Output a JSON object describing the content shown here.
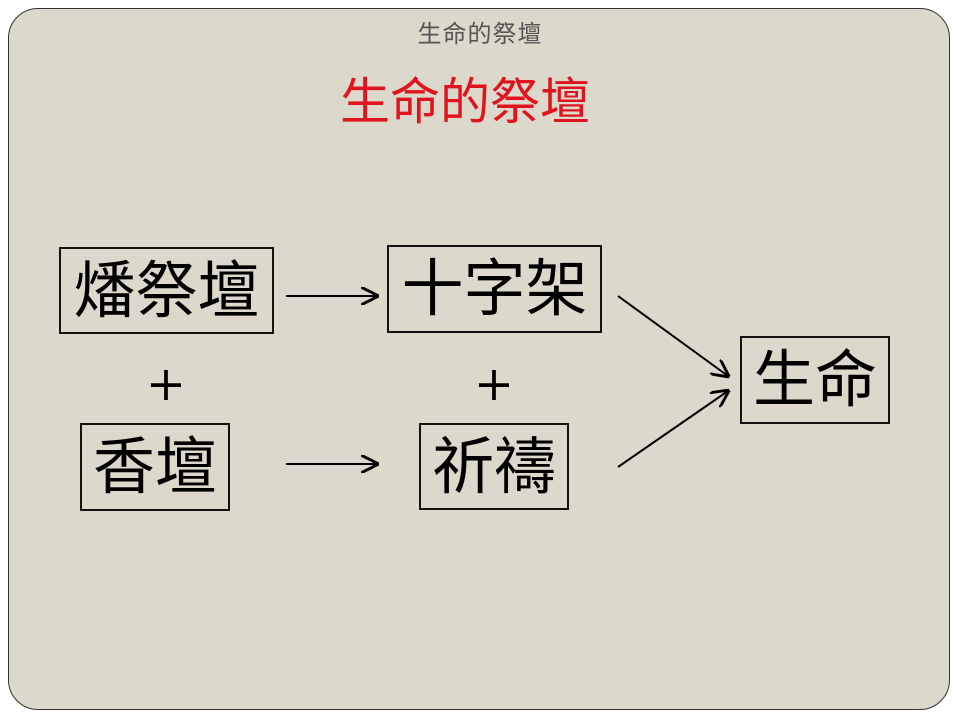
{
  "header": {
    "title": "生命的祭壇"
  },
  "slide": {
    "title": "生命的祭壇",
    "title_color": "#e0141e",
    "background_color": "#ddd8cc"
  },
  "diagram": {
    "nodes": {
      "burnt_altar": "燔祭壇",
      "incense_altar": "香壇",
      "cross": "十字架",
      "prayer": "祈禱",
      "life": "生命"
    },
    "plus_symbol": "+",
    "edges": [
      [
        "burnt_altar",
        "cross"
      ],
      [
        "incense_altar",
        "prayer"
      ],
      [
        "cross",
        "life"
      ],
      [
        "prayer",
        "life"
      ]
    ]
  }
}
